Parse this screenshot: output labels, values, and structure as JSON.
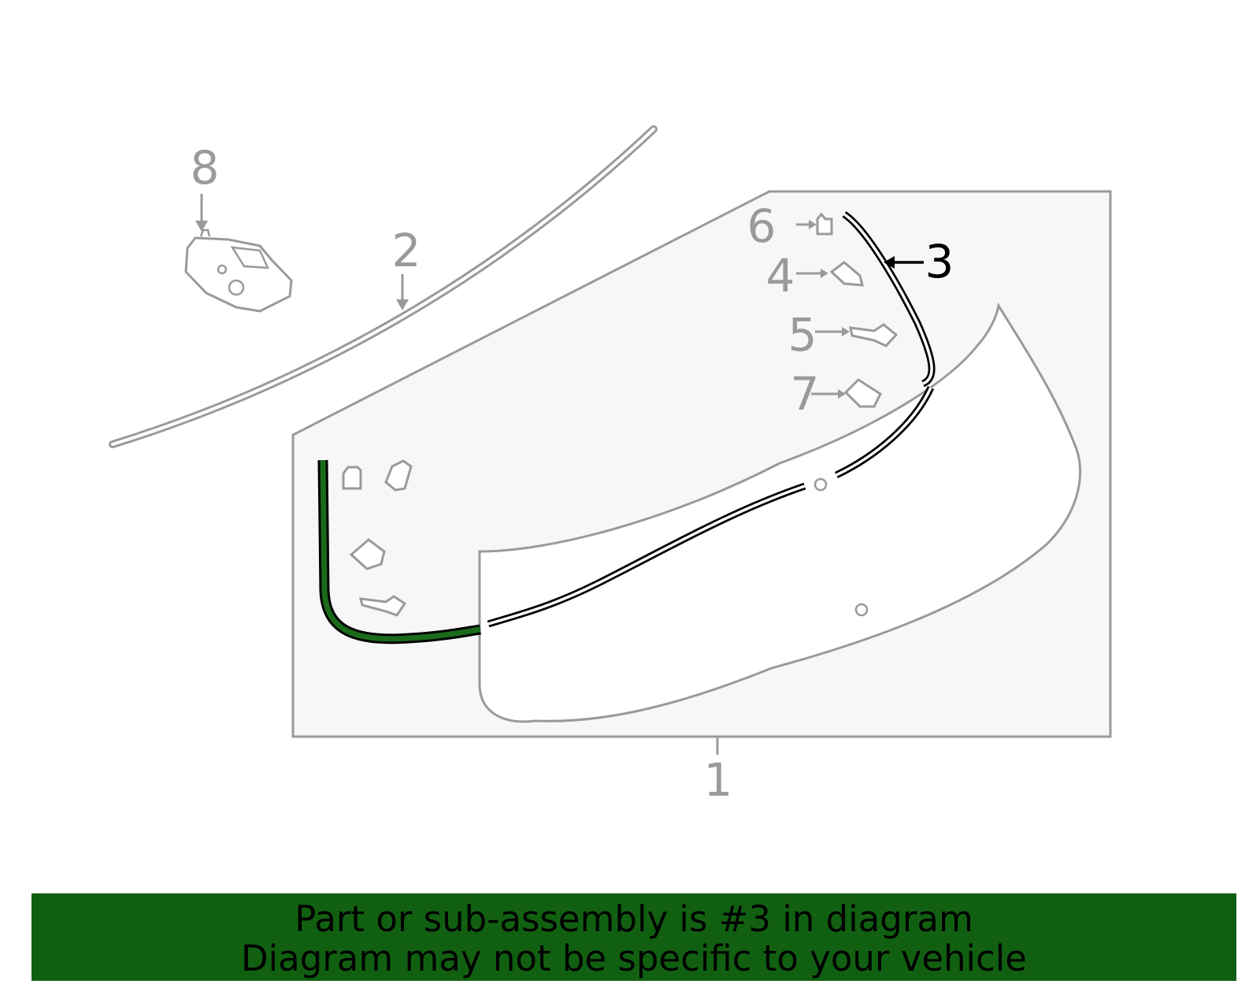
{
  "callouts": {
    "c1": "1",
    "c2": "2",
    "c3": "3",
    "c4": "4",
    "c5": "5",
    "c6": "6",
    "c7": "7",
    "c8": "8"
  },
  "banner": {
    "line1": "Part or sub-assembly is #3 in diagram",
    "line2": "Diagram may not be specific to your vehicle"
  },
  "colors": {
    "line_art": "#9a9a9a",
    "highlight": "#000000",
    "banner_bg": "#116011",
    "seal_fill": "#1a6b1a"
  }
}
